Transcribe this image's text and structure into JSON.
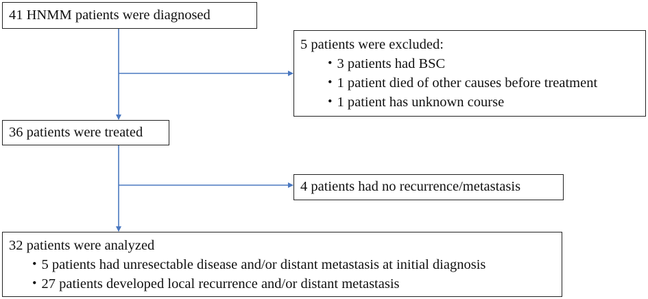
{
  "nodes": {
    "diagnosed": {
      "text": "41 HNMM patients were diagnosed"
    },
    "excluded": {
      "title": "5 patients were excluded:",
      "items": [
        "・3 patients had BSC",
        "・1 patient died of other causes before treatment",
        "・1 patient has unknown course"
      ]
    },
    "treated": {
      "text": "36 patients were treated"
    },
    "no_recurrence": {
      "text": "4 patients had no recurrence/metastasis"
    },
    "analyzed": {
      "title": "32 patients were analyzed",
      "items": [
        "・5 patients had unresectable disease and/or distant metastasis at initial diagnosis",
        "・27 patients developed local recurrence and/or distant metastasis"
      ]
    }
  },
  "colors": {
    "arrow": "#4a78c0",
    "border": "#222222"
  }
}
